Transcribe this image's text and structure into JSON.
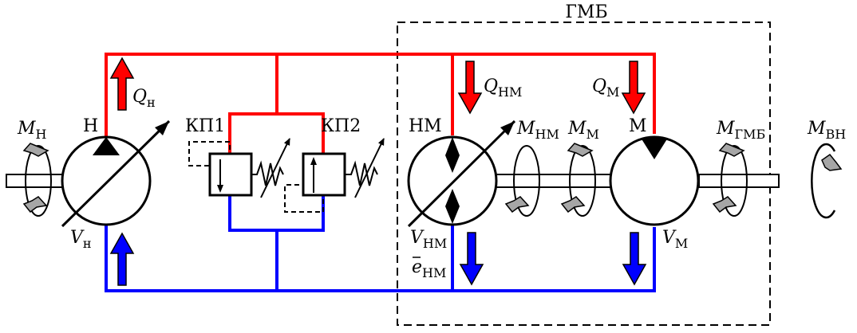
{
  "boundary": {
    "label": "ГМБ"
  },
  "pump": {
    "label": "Н",
    "torque_main": "M",
    "torque_sub": "Н",
    "flow_main": "Q",
    "flow_sub": "н",
    "vol_main": "V",
    "vol_sub": "н"
  },
  "valve1": {
    "label": "КП1"
  },
  "valve2": {
    "label": "КП2"
  },
  "pumpmotor": {
    "label": "НМ",
    "torque_main": "M",
    "torque_sub": "НМ",
    "flow_main": "Q",
    "flow_sub": "НМ",
    "vol_main": "V",
    "vol_sub": "НМ",
    "ecc_main": "e",
    "ecc_sub": "НМ"
  },
  "motor": {
    "label": "М",
    "torque_main": "M",
    "torque_sub": "М",
    "flow_main": "Q",
    "flow_sub": "М",
    "vol_main": "V",
    "vol_sub": "М"
  },
  "block_output": {
    "torque_main": "M",
    "torque_sub": "ГМБ"
  },
  "external": {
    "torque_main": "M",
    "torque_sub": "ВН"
  },
  "colors": {
    "pressure_line": "#ff0000",
    "return_line": "#0000ff",
    "ring_fill": "#a6a6a6"
  }
}
